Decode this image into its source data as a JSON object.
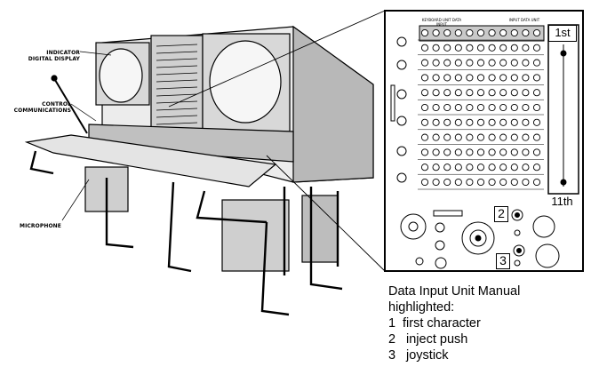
{
  "callouts": {
    "indicator": "INDICATOR\nDIGITAL DISPLAY",
    "control": "CONTROL\nCOMMUNICATIONS",
    "microphone": "MICROPHONE"
  },
  "panel": {
    "tag_first": "1st",
    "tag_last": "11th",
    "tag_inject": "2",
    "tag_joystick": "3",
    "mini_left": "KEYBOARD UNIT DATA INPUT",
    "mini_right": "INPUT DATA UNIT"
  },
  "legend": {
    "heading_line1": "Data Input Unit Manual",
    "heading_line2": "highlighted:",
    "items": [
      {
        "num": "1",
        "text": "first character"
      },
      {
        "num": "2",
        "text": "inject push"
      },
      {
        "num": "3",
        "text": "joystick"
      }
    ]
  },
  "colors": {
    "ink": "#000000",
    "paper": "#ffffff",
    "shade": "#8c8c8c",
    "panel_fill": "#c9c9c9"
  }
}
